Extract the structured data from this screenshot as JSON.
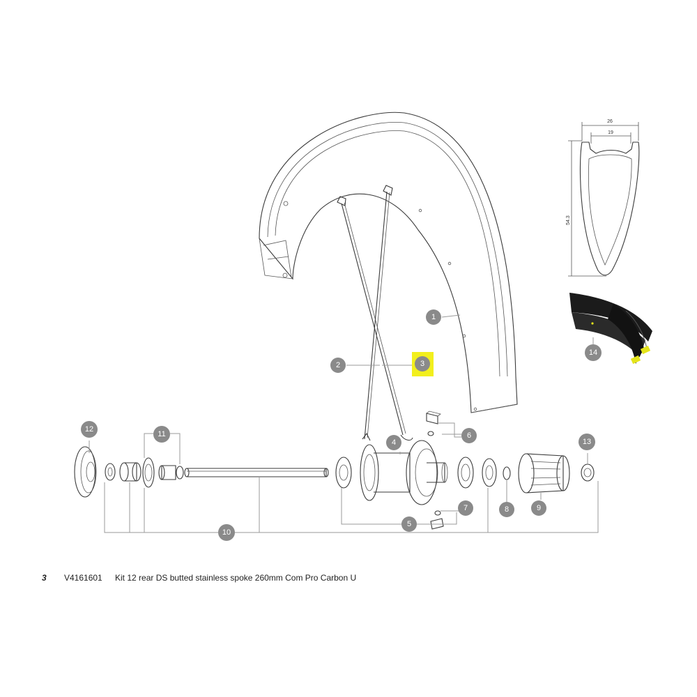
{
  "colors": {
    "highlight": "#f2ef1d",
    "callout": "#8a8a8a",
    "lines": "#3a3a3a",
    "tire": "#1b1b1b",
    "valve_tip": "#e4e41b"
  },
  "callouts": [
    {
      "label": "1"
    },
    {
      "label": "2"
    },
    {
      "label": "3"
    },
    {
      "label": "4"
    },
    {
      "label": "5"
    },
    {
      "label": "6"
    },
    {
      "label": "7"
    },
    {
      "label": "8"
    },
    {
      "label": "9"
    },
    {
      "label": "10"
    },
    {
      "label": "11"
    },
    {
      "label": "12"
    },
    {
      "label": "13"
    },
    {
      "label": "14"
    }
  ],
  "highlighted_callout": "3",
  "rim_profile": {
    "outer_width": "26",
    "inner_width": "19",
    "height": "54.3"
  },
  "caption": {
    "item": "3",
    "reference": "V4161601",
    "description": "Kit 12 rear DS butted stainless spoke 260mm Com Pro Carbon U"
  }
}
